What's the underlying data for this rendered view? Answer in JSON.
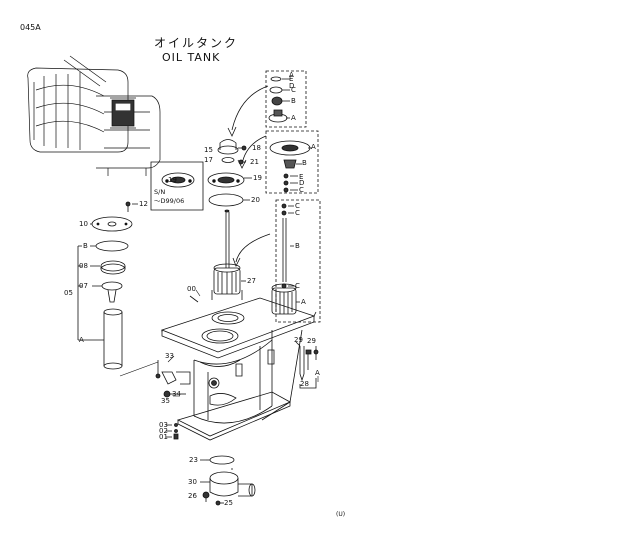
{
  "page_code": "045A",
  "title_jp": "オイルタンク",
  "title_en": "OIL TANK",
  "footer_mark": "(U)",
  "inset_note": {
    "line1": "S/N",
    "line2": "～D99/06"
  },
  "numbers": {
    "n00": "00",
    "n01": "01",
    "n02": "02",
    "n03": "03",
    "n05": "05",
    "n07": "07",
    "n08": "08",
    "n10": "10",
    "n12": "12",
    "n15": "15",
    "n17": "17",
    "n18": "18",
    "n19a": "19",
    "n19b": "19",
    "n20": "20",
    "n21": "21",
    "n23": "23",
    "n25": "25",
    "n26": "26",
    "n27": "27",
    "n28": "28",
    "n29a": "29",
    "n29b": "29",
    "n30": "30",
    "n33": "33",
    "n34": "34",
    "n35": "35"
  },
  "letters": {
    "A": "A",
    "B": "B",
    "C": "C",
    "D": "D",
    "E": "E"
  }
}
